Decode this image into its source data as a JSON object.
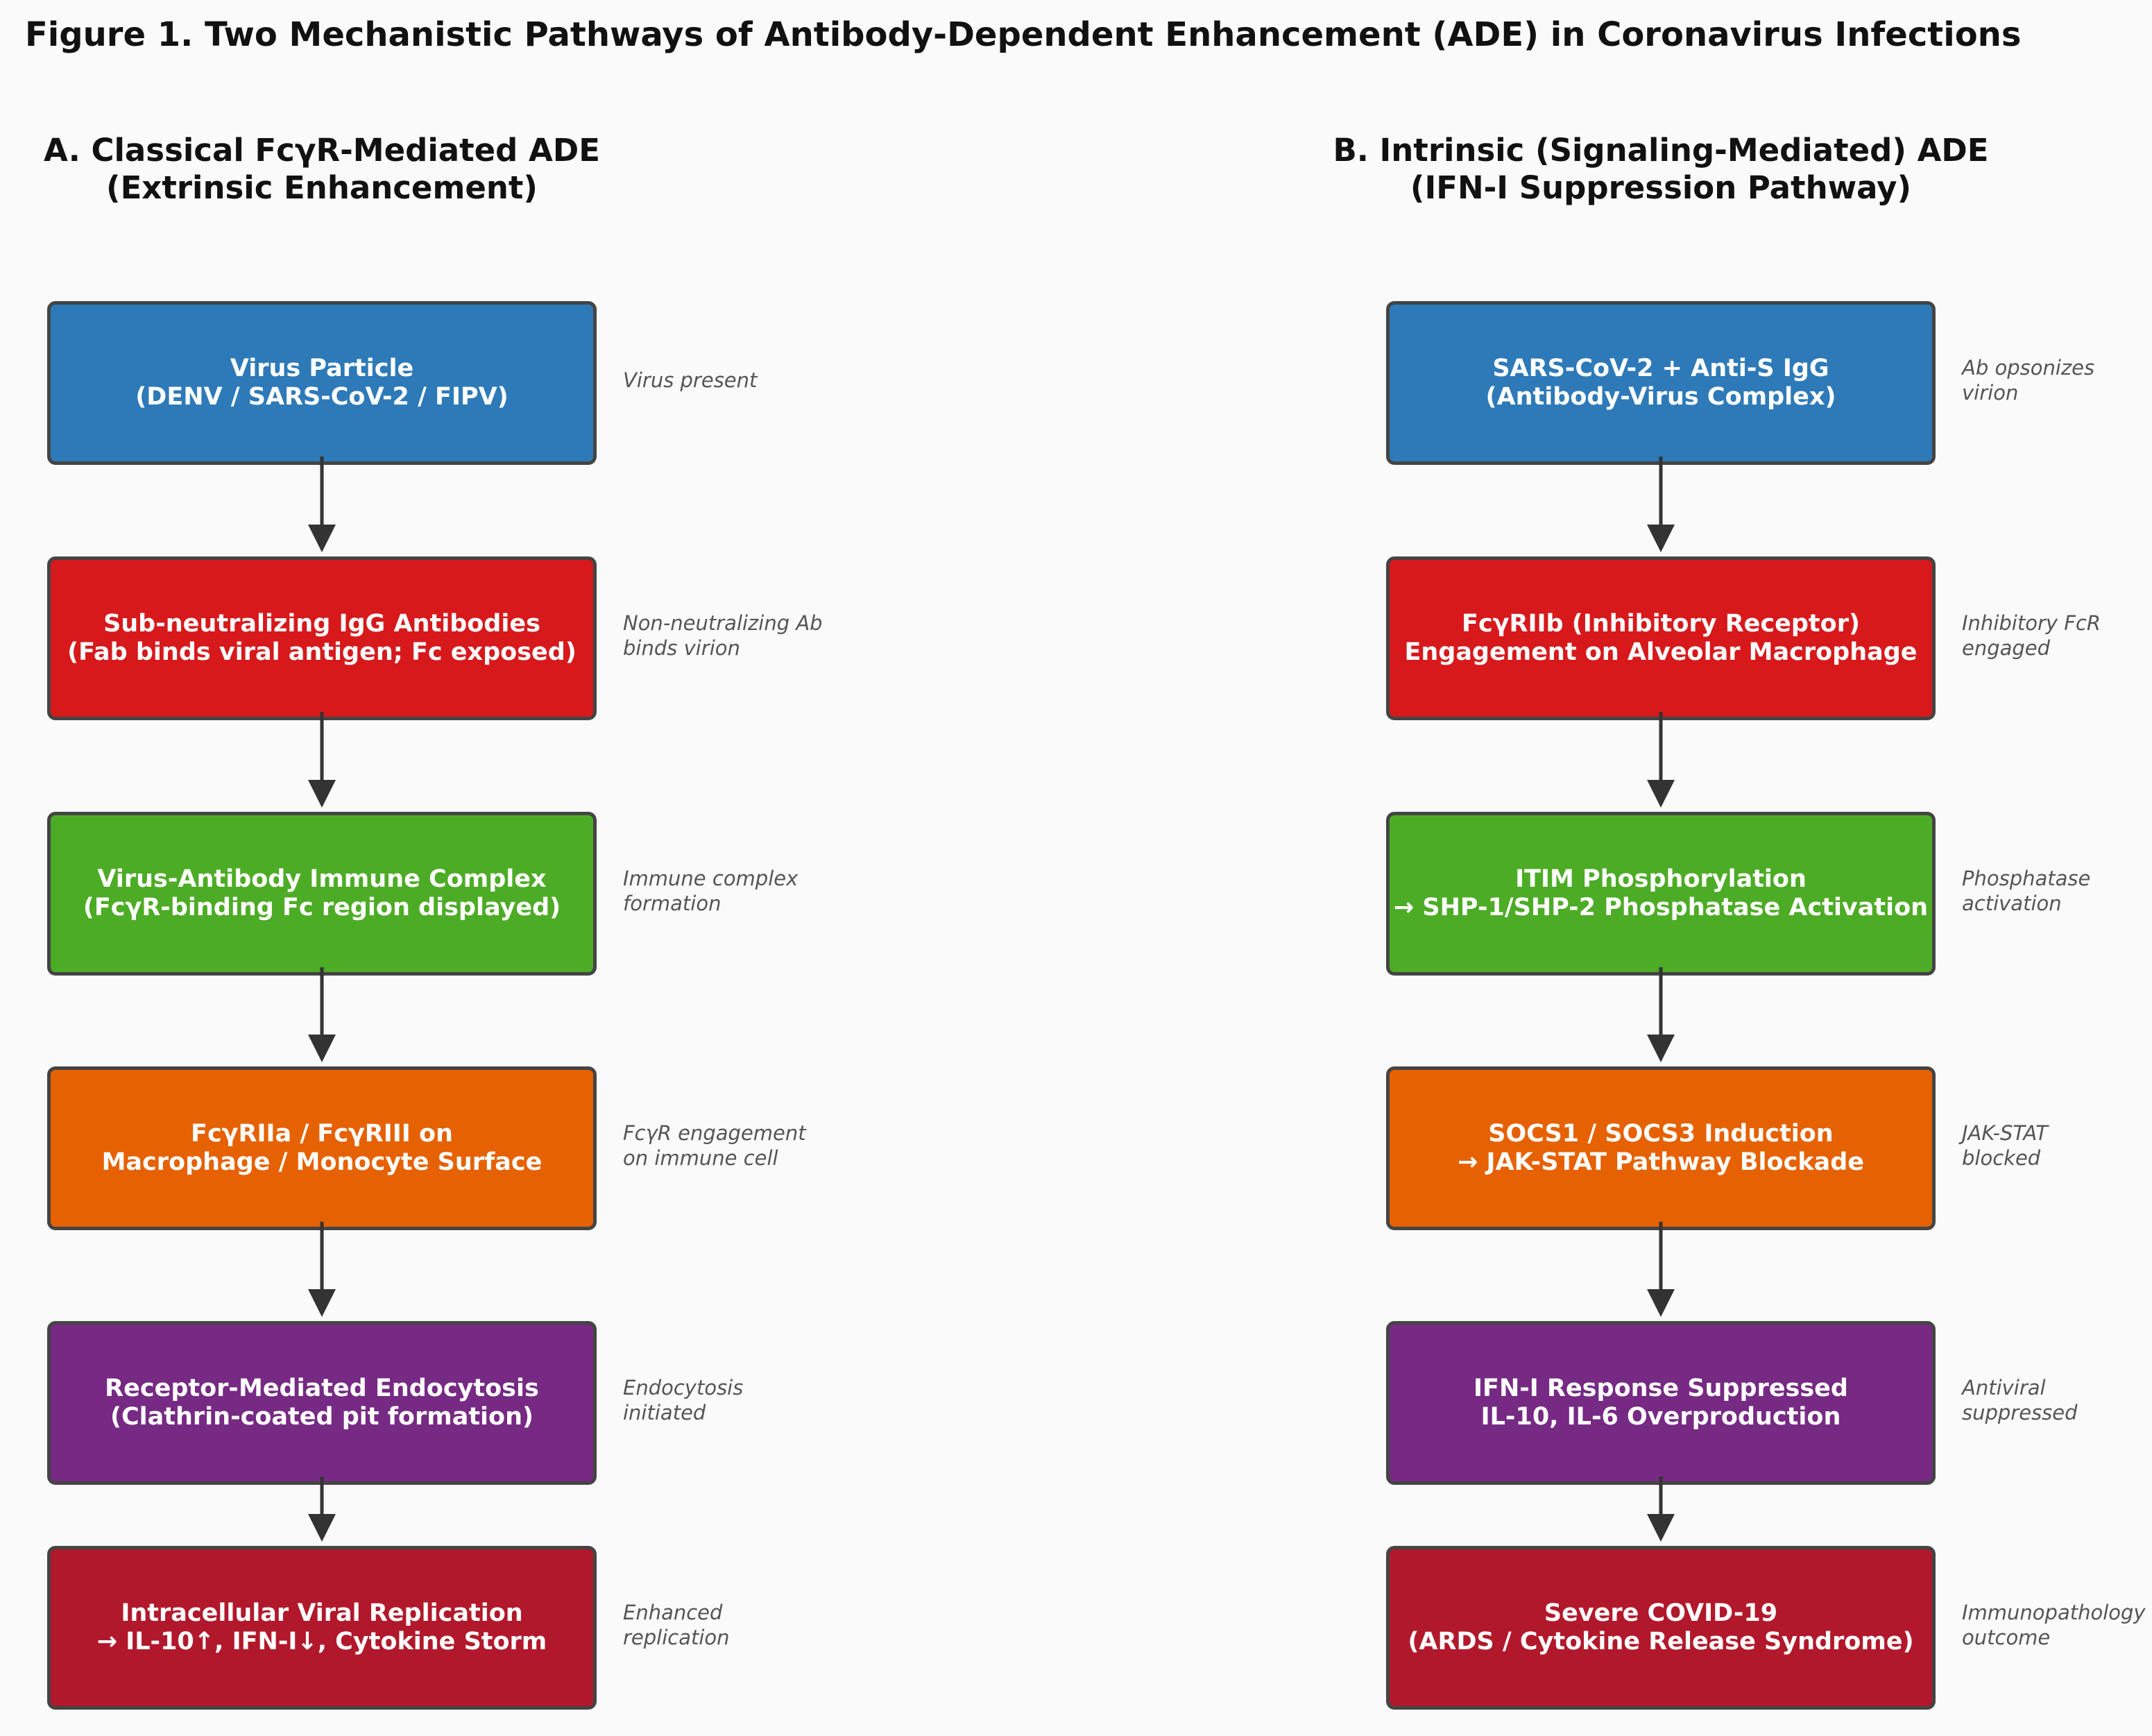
{
  "figure": {
    "title": "Figure 1. Two Mechanistic Pathways of Antibody-Dependent Enhancement (ADE) in Coronavirus Infections"
  },
  "panels": [
    {
      "id": "A",
      "title_lines": [
        "A. Classical FcγR-Mediated ADE",
        "(Extrinsic Enhancement)"
      ],
      "steps": [
        {
          "lines": [
            "Virus Particle",
            "(DENV / SARS-CoV-2 / FIPV)"
          ],
          "color": "#2e7ab8",
          "note": [
            "Virus present"
          ]
        },
        {
          "lines": [
            "Sub-neutralizing IgG Antibodies",
            "(Fab binds viral antigen; Fc exposed)"
          ],
          "color": "#d7191c",
          "note": [
            "Non-neutralizing Ab",
            "binds virion"
          ]
        },
        {
          "lines": [
            "Virus-Antibody Immune Complex",
            "(FcγR-binding Fc region displayed)"
          ],
          "color": "#4dac26",
          "note": [
            "Immune complex",
            "formation"
          ]
        },
        {
          "lines": [
            "FcγRIIa / FcγRIII on",
            "Macrophage / Monocyte Surface"
          ],
          "color": "#e66101",
          "note": [
            "FcγR engagement",
            "on immune cell"
          ]
        },
        {
          "lines": [
            "Receptor-Mediated Endocytosis",
            "(Clathrin-coated pit formation)"
          ],
          "color": "#762a83",
          "note": [
            "Endocytosis",
            "initiated"
          ]
        },
        {
          "lines": [
            "Intracellular Viral Replication",
            "→ IL-10↑, IFN-I↓, Cytokine Storm"
          ],
          "color": "#b2182b",
          "note": [
            "Enhanced",
            "replication"
          ]
        }
      ]
    },
    {
      "id": "B",
      "title_lines": [
        "B. Intrinsic (Signaling-Mediated) ADE",
        "(IFN-I Suppression Pathway)"
      ],
      "steps": [
        {
          "lines": [
            "SARS-CoV-2 + Anti-S IgG",
            "(Antibody-Virus Complex)"
          ],
          "color": "#2e7ab8",
          "note": [
            "Ab opsonizes",
            "virion"
          ]
        },
        {
          "lines": [
            "FcγRIIb (Inhibitory Receptor)",
            "Engagement on Alveolar Macrophage"
          ],
          "color": "#d7191c",
          "note": [
            "Inhibitory FcR",
            "engaged"
          ]
        },
        {
          "lines": [
            "ITIM Phosphorylation",
            "→ SHP-1/SHP-2 Phosphatase Activation"
          ],
          "color": "#4dac26",
          "note": [
            "Phosphatase",
            "activation"
          ]
        },
        {
          "lines": [
            "SOCS1 / SOCS3 Induction",
            "→ JAK-STAT Pathway Blockade"
          ],
          "color": "#e66101",
          "note": [
            "JAK-STAT",
            "blocked"
          ]
        },
        {
          "lines": [
            "IFN-I Response Suppressed",
            "IL-10, IL-6 Overproduction"
          ],
          "color": "#762a83",
          "note": [
            "Antiviral",
            "suppressed"
          ]
        },
        {
          "lines": [
            "Severe COVID-19",
            "(ARDS / Cytokine Release Syndrome)"
          ],
          "color": "#b2182b",
          "note": [
            "Immunopathology",
            "outcome"
          ]
        }
      ]
    }
  ]
}
